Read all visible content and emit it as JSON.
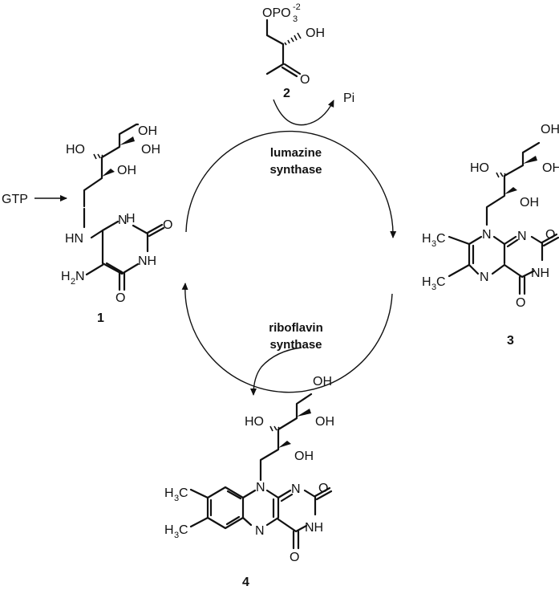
{
  "colors": {
    "ink": "#111111",
    "background": "#ffffff"
  },
  "enzymes": {
    "top": [
      "lumazine",
      "synthase"
    ],
    "bottom": [
      "riboflavin",
      "synthase"
    ]
  },
  "inputs": {
    "gtp": "GTP",
    "pi": "Pi"
  },
  "compounds": [
    {
      "number": "1"
    },
    {
      "number": "2"
    },
    {
      "number": "3"
    },
    {
      "number": "4"
    }
  ],
  "labels": {
    "oh": "OH",
    "ho": "HO",
    "n": "N",
    "nh": "NH",
    "hn": "HN",
    "o": "O",
    "h2n_h": "H",
    "h2n_2": "2",
    "h2n_n": "N",
    "opo3": "OPO",
    "opo3_sub": "3",
    "opo3_sup": "-2",
    "h3c_h": "H",
    "h3c_3": "3",
    "h3c_c": "C"
  }
}
